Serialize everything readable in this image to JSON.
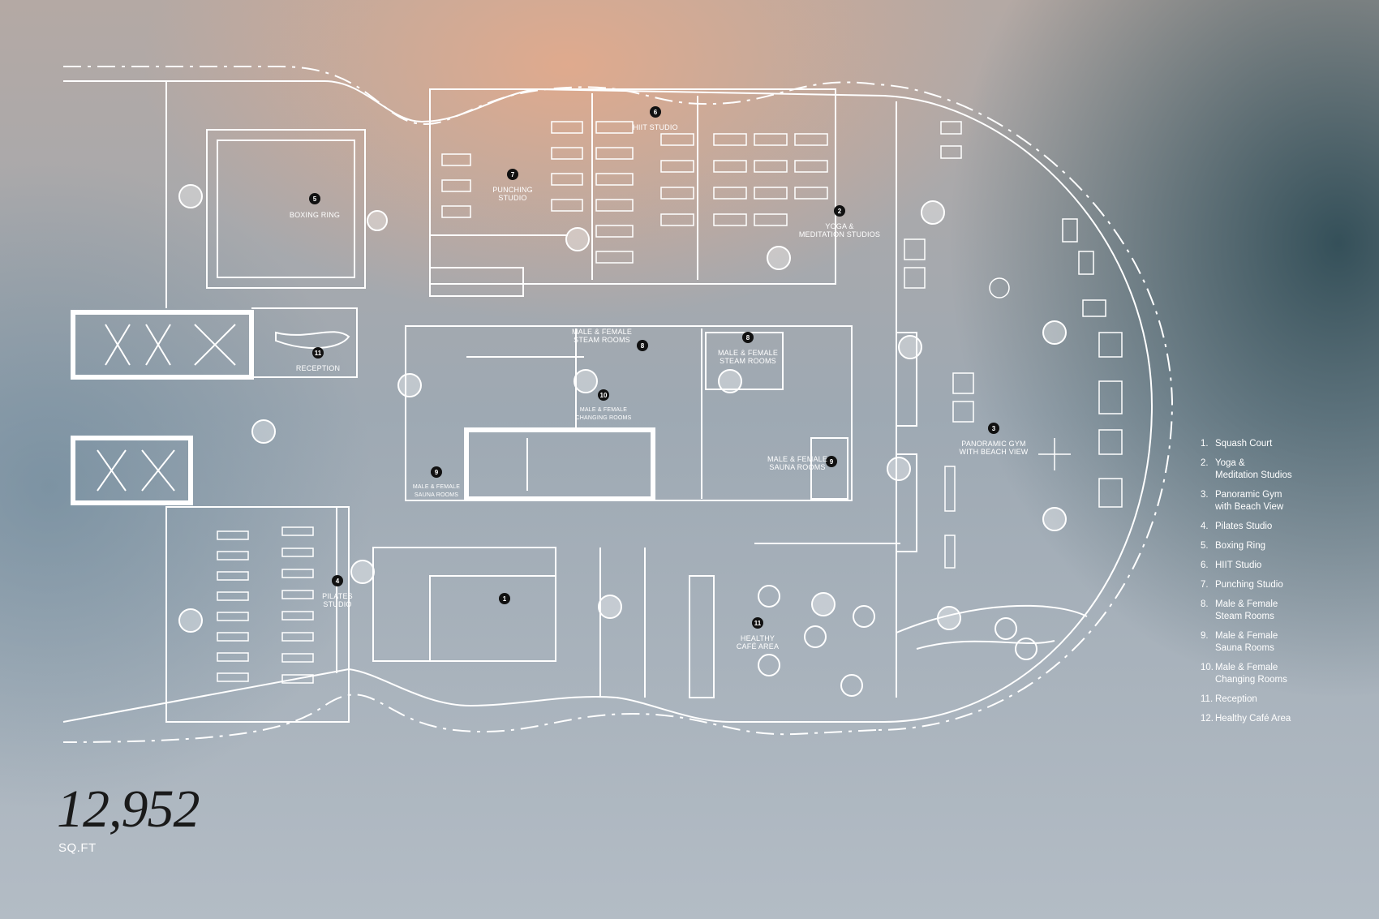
{
  "rooms": [
    {
      "num": "1",
      "label": ""
    },
    {
      "num": "2",
      "label": "YOGA &\nMEDITATION STUDIOS"
    },
    {
      "num": "3",
      "label": "PANORAMIC GYM\nWITH BEACH VIEW"
    },
    {
      "num": "4",
      "label": "PILATES\nSTUDIO"
    },
    {
      "num": "5",
      "label": "BOXING RING"
    },
    {
      "num": "6",
      "label": "HIIT STUDIO"
    },
    {
      "num": "7",
      "label": "PUNCHING\nSTUDIO"
    },
    {
      "num": "8",
      "label": "MALE & FEMALE\nSTEAM ROOMS"
    },
    {
      "num": "8",
      "label": "MALE & FEMALE\nSTEAM ROOMS"
    },
    {
      "num": "9",
      "label": "MALE & FEMALE\nSAUNA ROOMS"
    },
    {
      "num": "9",
      "label": "MALE & FEMALE\nSAUNA ROOMS"
    },
    {
      "num": "10",
      "label": "MALE & FEMALE\nCHANGING ROOMS"
    },
    {
      "num": "11",
      "label": "RECEPTION"
    },
    {
      "num": "11",
      "label": "HEALTHY\nCAFÉ AREA"
    }
  ],
  "legend": [
    {
      "num": "1.",
      "label": "Squash Court"
    },
    {
      "num": "2.",
      "label": "Yoga &\nMeditation Studios"
    },
    {
      "num": "3.",
      "label": "Panoramic Gym\nwith Beach View"
    },
    {
      "num": "4.",
      "label": "Pilates Studio"
    },
    {
      "num": "5.",
      "label": "Boxing Ring"
    },
    {
      "num": "6.",
      "label": "HIIT Studio"
    },
    {
      "num": "7.",
      "label": "Punching Studio"
    },
    {
      "num": "8.",
      "label": "Male & Female\nSteam Rooms"
    },
    {
      "num": "9.",
      "label": "Male & Female\nSauna Rooms"
    },
    {
      "num": "10.",
      "label": "Male & Female\nChanging Rooms"
    },
    {
      "num": "11.",
      "label": "Reception"
    },
    {
      "num": "12.",
      "label": "Healthy Café Area"
    }
  ],
  "area": {
    "value": "12,952",
    "unit": "SQ.FT"
  }
}
